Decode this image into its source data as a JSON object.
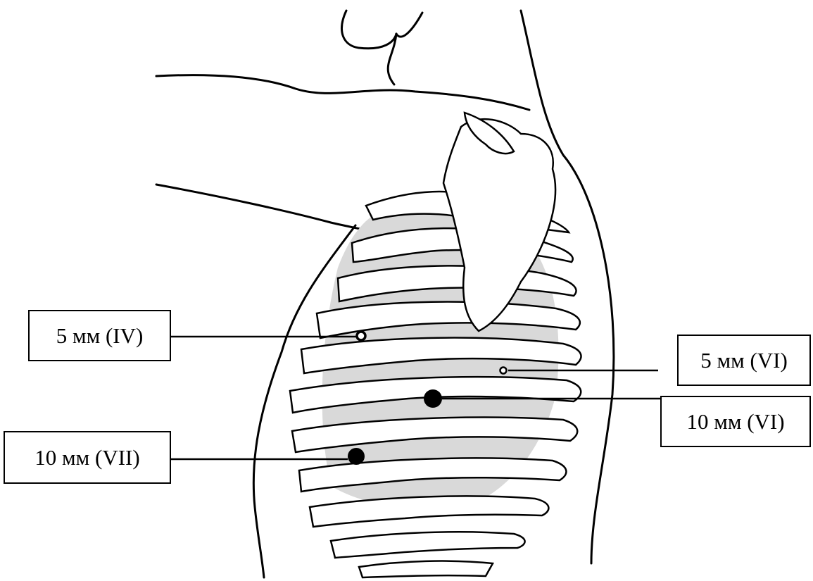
{
  "labels": {
    "port_iv_5mm": "5 мм (IV)",
    "port_vi_5mm": "5 мм (VI)",
    "port_vi_10mm": "10 мм (VI)",
    "port_vii_10mm": "10 мм (VII)"
  },
  "colors": {
    "line": "#000000",
    "lung_fill": "#d9d9d9",
    "bone_fill": "#ffffff"
  }
}
